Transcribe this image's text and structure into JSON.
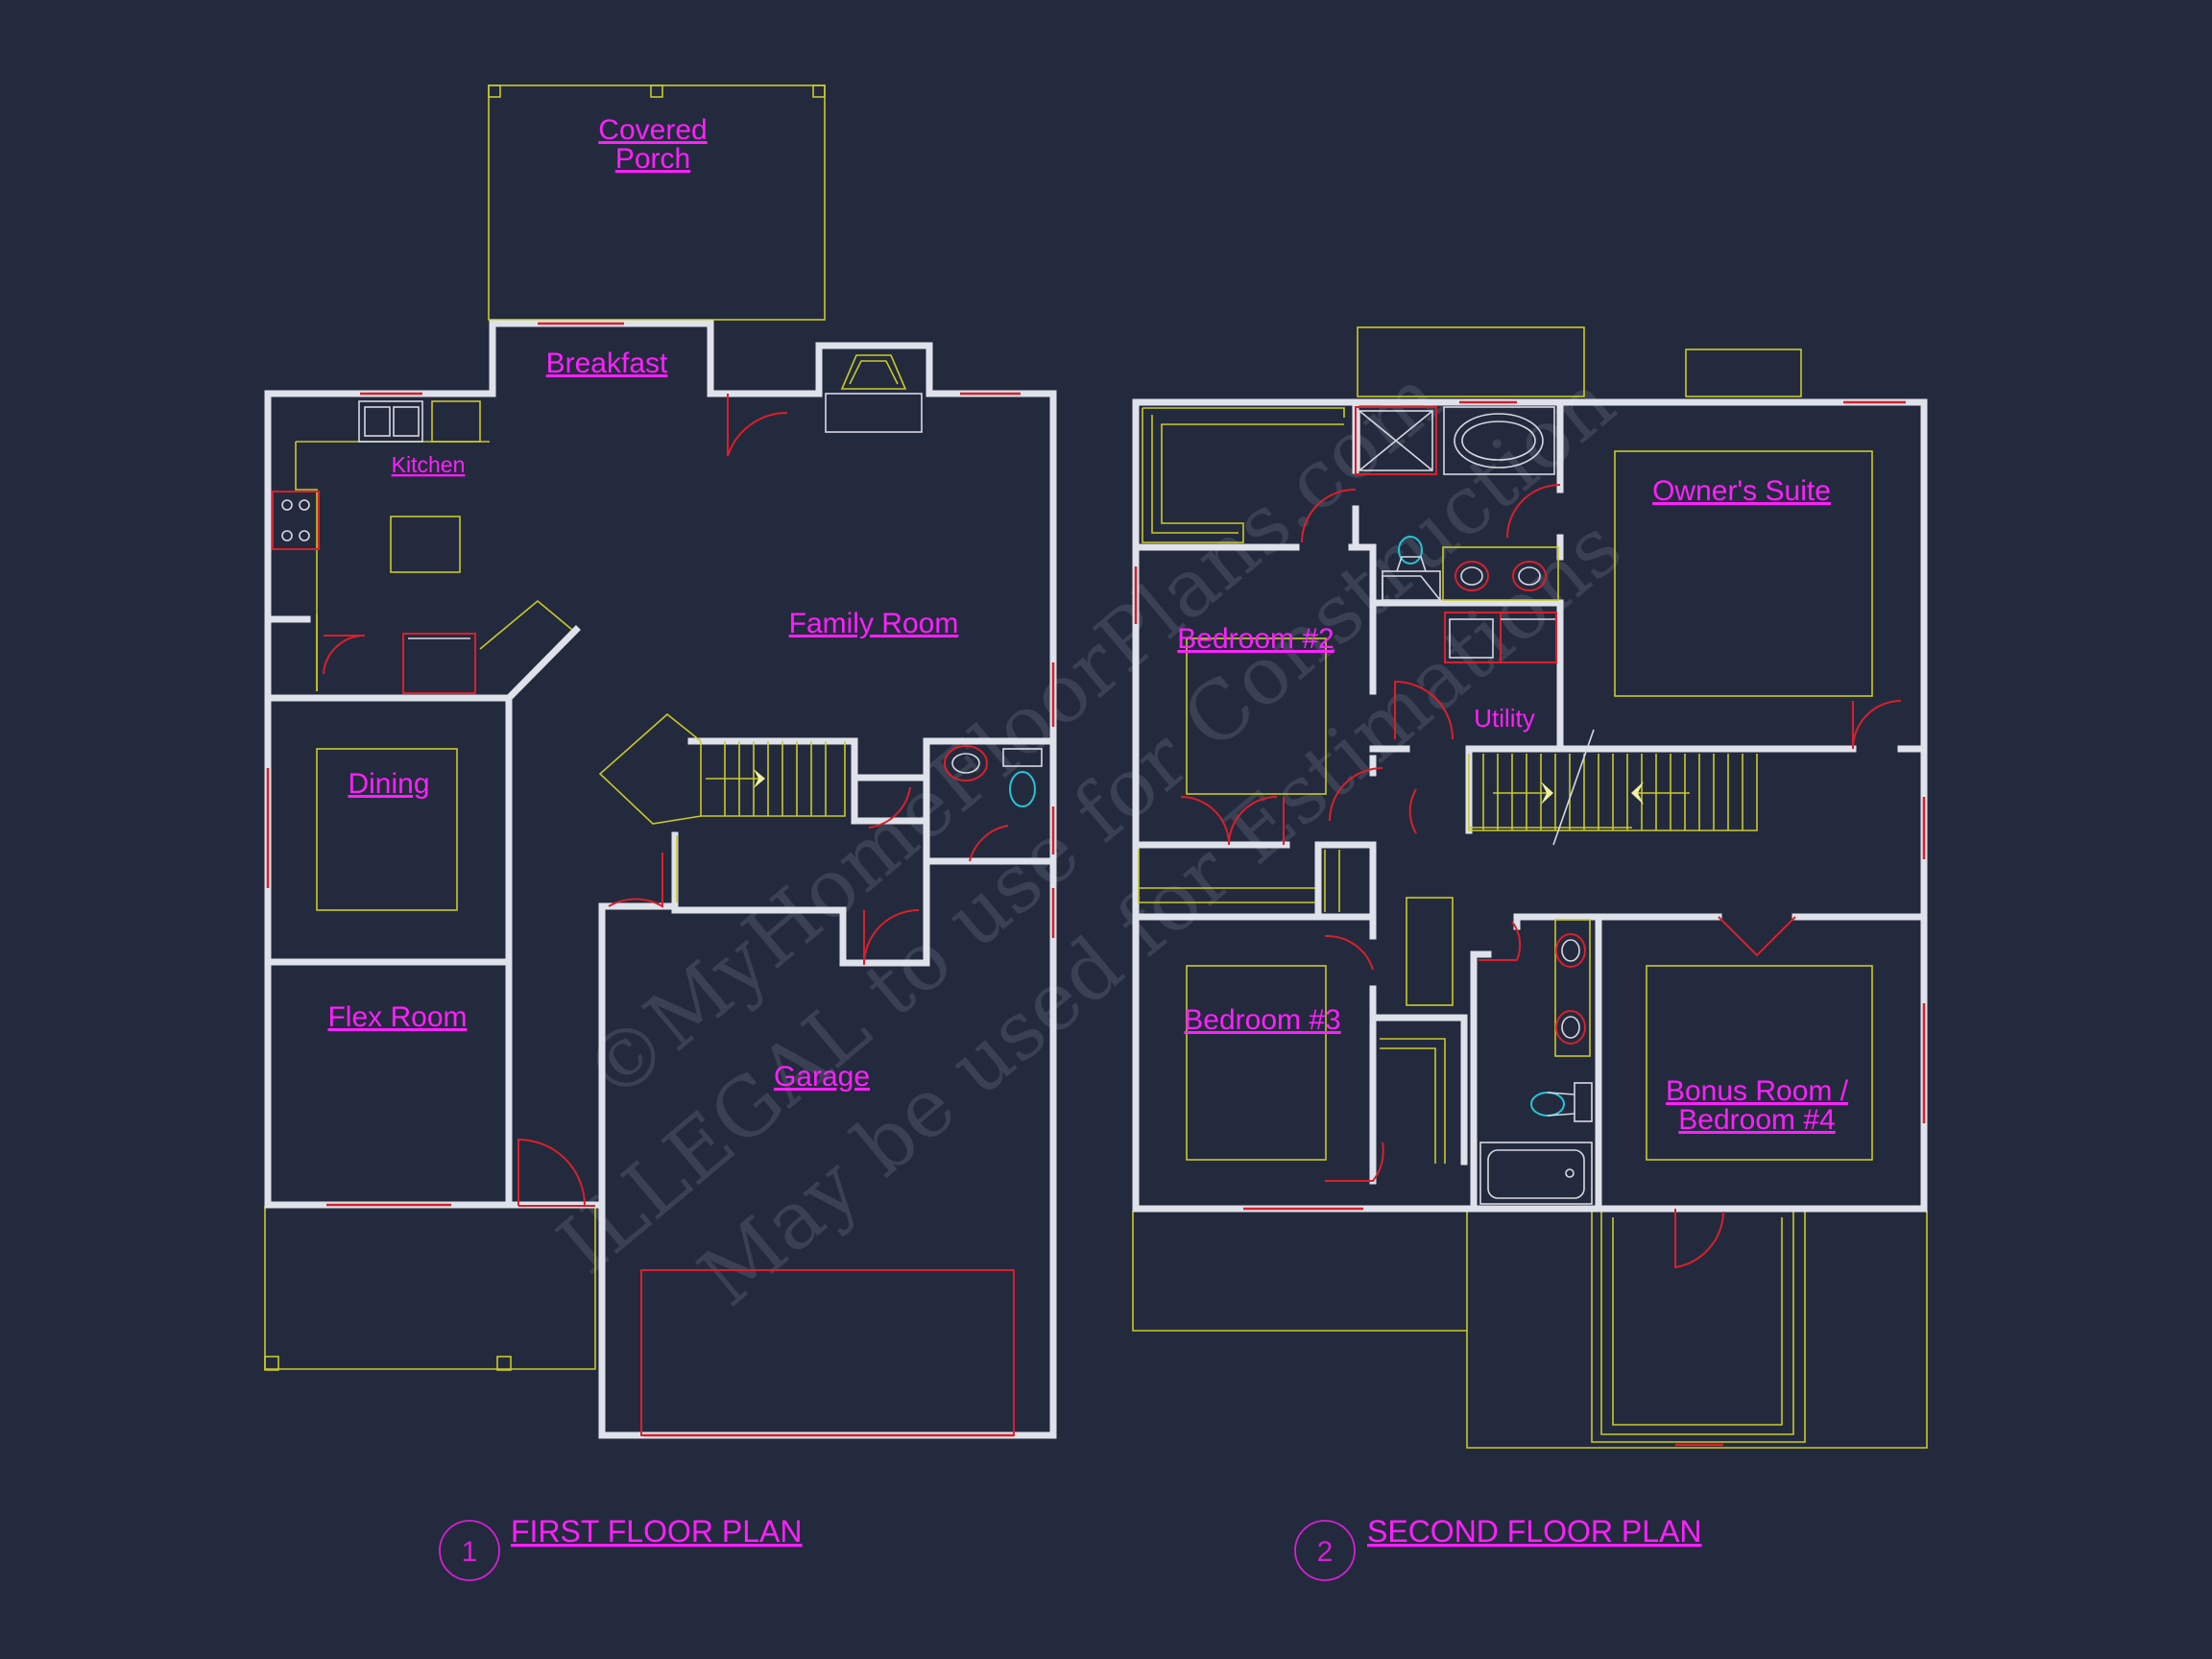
{
  "watermark": {
    "line1": "©MyHomeFloorPlans.com",
    "line2": "ILLEGAL to use for Construction",
    "line3": "May be used for Estimations"
  },
  "first_floor": {
    "title": "FIRST FLOOR PLAN",
    "number": "1",
    "rooms": {
      "covered_porch_line1": "Covered",
      "covered_porch_line2": "Porch",
      "breakfast": "Breakfast",
      "kitchen": "Kitchen",
      "family_room": "Family Room",
      "dining": "Dining",
      "flex_room": "Flex Room",
      "garage": "Garage"
    }
  },
  "second_floor": {
    "title": "SECOND FLOOR PLAN",
    "number": "2",
    "rooms": {
      "owners_suite": "Owner's Suite",
      "bedroom_2": "Bedroom #2",
      "utility": "Utility",
      "bedroom_3": "Bedroom #3",
      "bonus_line1": "Bonus Room /",
      "bonus_line2": "Bedroom #4"
    }
  },
  "colors": {
    "background": "#242a3d",
    "walls": "#dfe2ea",
    "labels": "#ff20ff",
    "fixtures": "#c9c92a",
    "doors_windows": "#d8202c"
  }
}
